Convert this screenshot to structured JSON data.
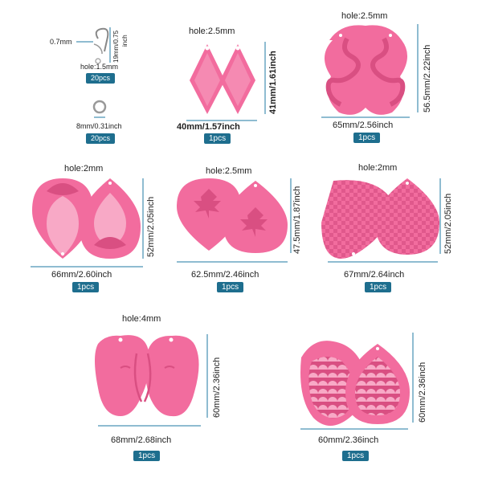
{
  "colors": {
    "mold": "#f26c9e",
    "mold_light": "#f8a9c6",
    "mold_dark": "#d94f82",
    "dim": "#1f7aa3",
    "badge": "#1e6e8e"
  },
  "hook": {
    "wire": "0.7mm",
    "height": "19mm/0.75",
    "height_unit": "inch",
    "hole": "hole:1.5mm",
    "qty": "20pcs"
  },
  "ring": {
    "size": "8mm/0.31inch",
    "qty": "20pcs"
  },
  "rhombus": {
    "hole": "hole:2.5mm",
    "width": "40mm/1.57inch",
    "height": "41mm/1.61inch",
    "qty": "1pcs"
  },
  "snake": {
    "hole": "hole:2.5mm",
    "width": "65mm/2.56inch",
    "height": "56.5mm/2.22inch",
    "qty": "1pcs"
  },
  "mandala": {
    "hole": "hole:2mm",
    "width": "66mm/2.60inch",
    "height": "52mm/2.05inch",
    "qty": "1pcs"
  },
  "leaf": {
    "hole": "hole:2.5mm",
    "width": "62.5mm/2.46inch",
    "height": "47.5mm/1.87inch",
    "qty": "1pcs"
  },
  "check": {
    "hole": "hole:2mm",
    "width": "67mm/2.64inch",
    "height": "52mm/2.05inch",
    "qty": "1pcs"
  },
  "face": {
    "hole": "hole:4mm",
    "width": "68mm/2.68inch",
    "height": "60mm/2.36inch",
    "qty": "1pcs"
  },
  "scale": {
    "width": "60mm/2.36inch",
    "height": "60mm/2.36inch",
    "qty": "1pcs"
  }
}
